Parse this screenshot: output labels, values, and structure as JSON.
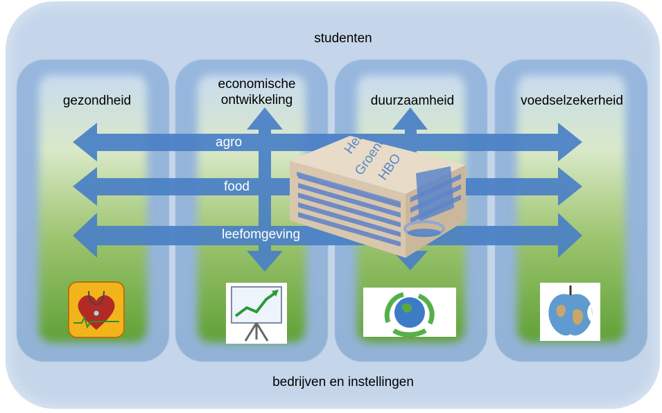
{
  "top_label": "studenten",
  "bottom_label": "bedrijven en instellingen",
  "columns": [
    {
      "label": "gezondheid",
      "icon": "heart-stethoscope-icon"
    },
    {
      "label": "economische ontwikkeling",
      "icon": "growth-chart-easel-icon"
    },
    {
      "label": "duurzaamheid",
      "icon": "recycling-globe-icon"
    },
    {
      "label": "voedselzekerheid",
      "icon": "apple-globe-icon"
    }
  ],
  "arrows": [
    "agro",
    "food",
    "leefomgeving"
  ],
  "building_label": [
    "Het",
    "Groene",
    "HBO"
  ],
  "colors": {
    "arrow": "#4a80c6",
    "outer": "#c5d6ea",
    "column": "#93b3d6",
    "green": "#60a136"
  }
}
